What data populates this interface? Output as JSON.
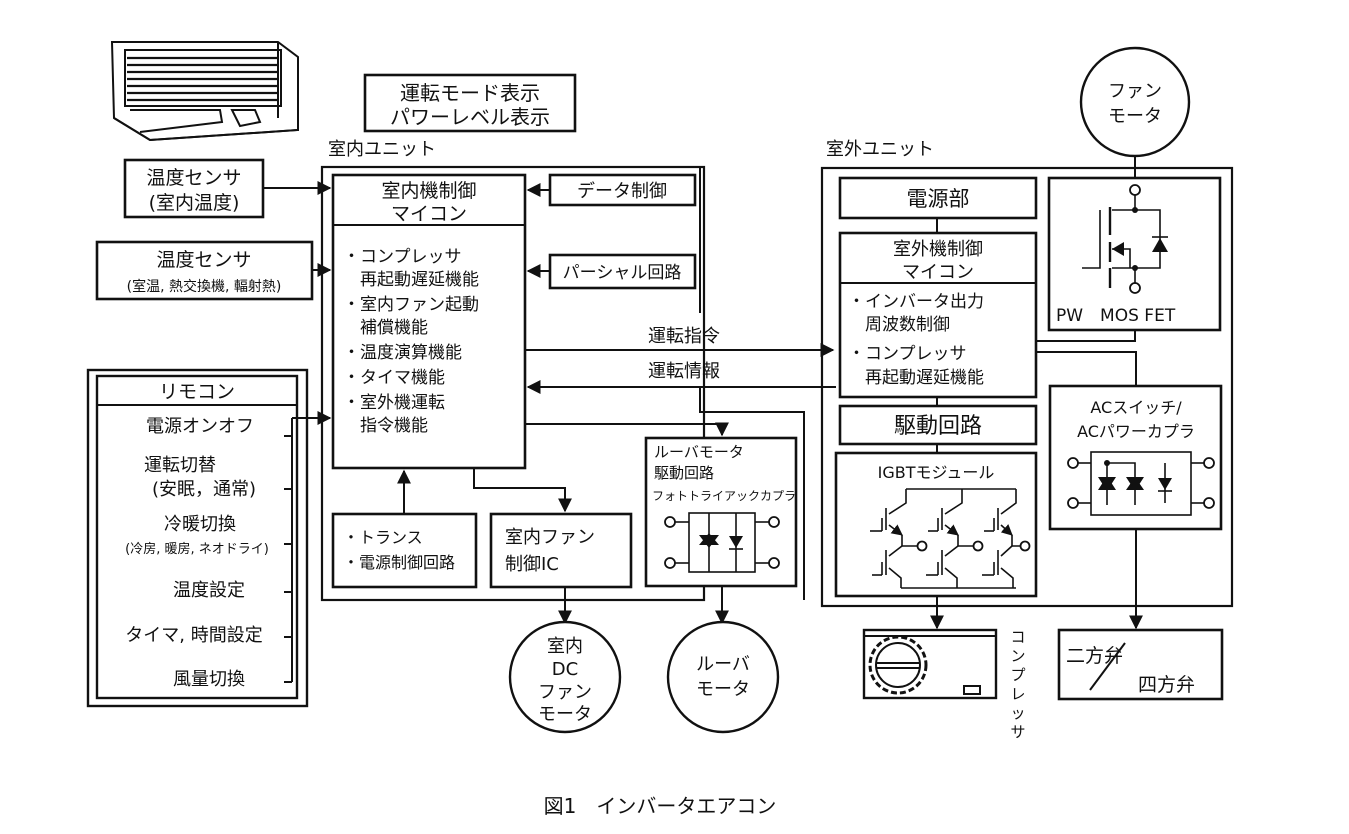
{
  "figure": {
    "caption": "図1　インバータエアコン"
  },
  "display_box": {
    "line1": "運転モード表示",
    "line2": "パワーレベル表示"
  },
  "indoor_unit": {
    "label": "室内ユニット",
    "controller": {
      "title_line1": "室内機制御",
      "title_line2": "マイコン",
      "functions": [
        "・コンプレッサ",
        "　再起動遅延機能",
        "・室内ファン起動",
        "　補償機能",
        "・温度演算機能",
        "・タイマ機能",
        "・室外機運転",
        "　指令機能"
      ]
    },
    "data_control": "データ制御",
    "partial_circuit": "パーシャル回路",
    "power_box": {
      "line1": "・トランス",
      "line2": "・電源制御回路"
    },
    "fan_ic": {
      "line1": "室内ファン",
      "line2": "制御IC"
    },
    "louver_driver": {
      "line1": "ルーバモータ",
      "line2": "駆動回路",
      "line3": "フォトトライアックカプラ"
    }
  },
  "sensors": [
    {
      "line1": "温度センサ",
      "line2": "(室内温度)"
    },
    {
      "line1": "温度センサ",
      "line2": "(室温, 熱交換機, 輻射熱)"
    }
  ],
  "remote": {
    "title": "リモコン",
    "items": [
      {
        "line1": "電源オンオフ"
      },
      {
        "line1": "運転切替",
        "line2": "(安眠，通常)"
      },
      {
        "line1": "冷暖切換",
        "line2": "(冷房, 暖房, ネオドライ)"
      },
      {
        "line1": "温度設定"
      },
      {
        "line1": "タイマ, 時間設定"
      },
      {
        "line1": "風量切換"
      }
    ]
  },
  "signals": {
    "command": "運転指令",
    "info": "運転情報"
  },
  "indoor_motors": {
    "dc_fan": {
      "line1": "室内",
      "line2": "DC",
      "line3": "ファン",
      "line4": "モータ"
    },
    "louver": {
      "line1": "ルーバ",
      "line2": "モータ"
    }
  },
  "outdoor_unit": {
    "label": "室外ユニット",
    "power_section": "電源部",
    "controller": {
      "title_line1": "室外機制御",
      "title_line2": "マイコン",
      "functions": [
        "・インバータ出力",
        "　周波数制御",
        "・コンプレッサ",
        "　再起動遅延機能"
      ]
    },
    "drive_circuit": "駆動回路",
    "igbt": "IGBTモジュール",
    "mosfet": "PW　MOS FET",
    "ac_switch": {
      "line1": "ACスイッチ/",
      "line2": "ACパワーカプラ"
    }
  },
  "outdoor_devices": {
    "fan_motor": {
      "line1": "ファン",
      "line2": "モータ"
    },
    "compressor_label": "コンプレッサ",
    "compressor_chars": [
      "コ",
      "ン",
      "プ",
      "レ",
      "ッ",
      "サ"
    ],
    "valve": {
      "line1": "二方弁",
      "line2": "四方弁"
    }
  }
}
